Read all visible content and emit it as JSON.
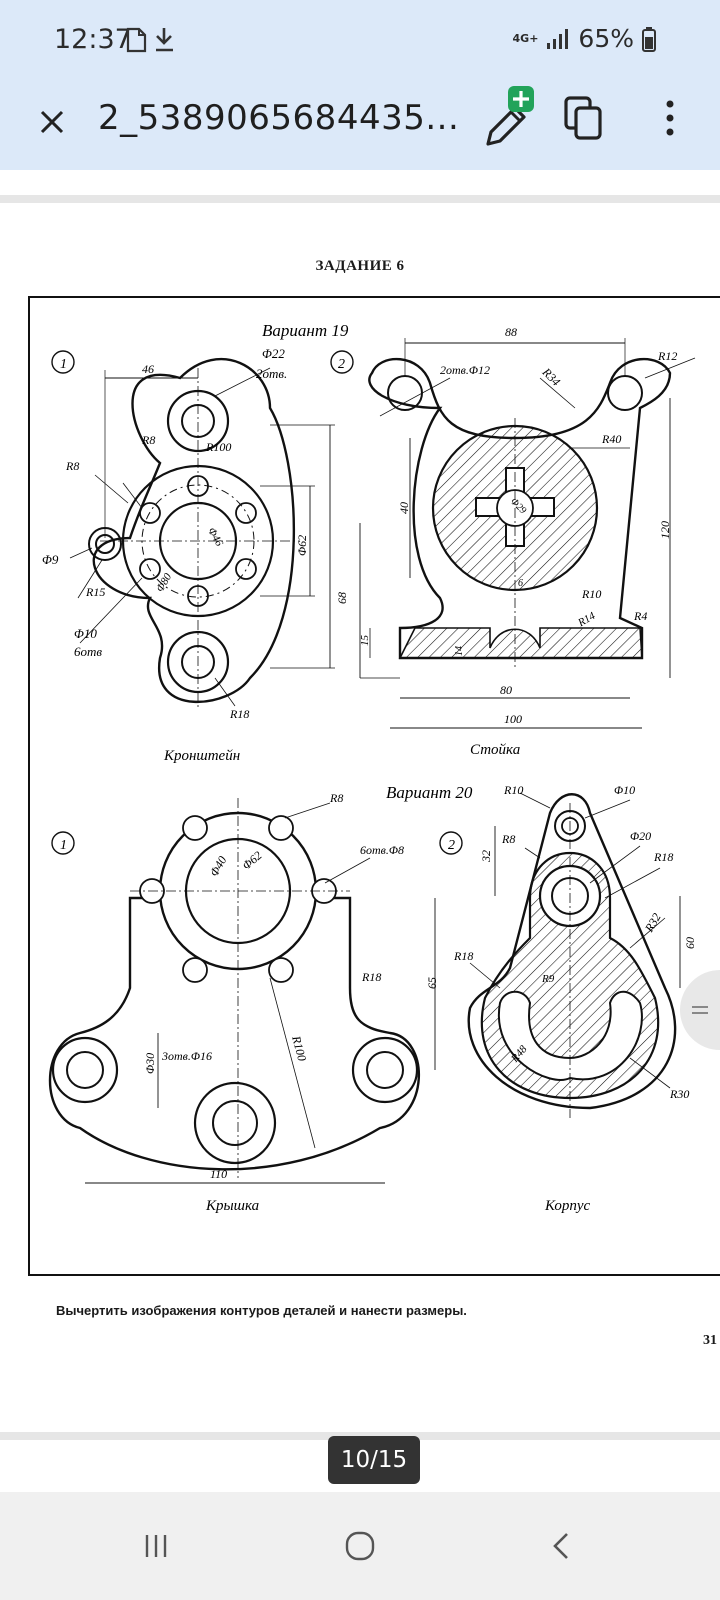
{
  "status": {
    "time": "12:37",
    "network": "4G+",
    "battery": "65%"
  },
  "appbar": {
    "title": "2_5389065684435..."
  },
  "document": {
    "task_title": "ЗАДАНИЕ 6",
    "variant19": "Вариант 19",
    "variant20": "Вариант 20",
    "part1_name": "Кронштейн",
    "part2_name": "Стойка",
    "part3_name": "Крышка",
    "part4_name": "Корпус",
    "num1": "1",
    "num2": "2",
    "instruction": "Вычертить изображения контуров деталей и нанести размеры.",
    "page_number": "31",
    "dims": {
      "d46": "46",
      "d22": "Φ22",
      "twoHoles": "2отв.",
      "r8a": "R8",
      "r100a": "R100",
      "r8b": "R8",
      "phi9": "Φ9",
      "r15": "R15",
      "phi10": "Φ10",
      "sixHoles": "6отв",
      "phi46": "Φ46",
      "phi80": "Φ80",
      "phi62": "Φ62",
      "d68": "68",
      "r18a": "R18",
      "d88": "88",
      "twoHolesPhi12": "2отв.Φ12",
      "r34": "R34",
      "r12": "R12",
      "r40": "R40",
      "d40": "40",
      "phi29": "Φ29",
      "d6": "6",
      "r10a": "R10",
      "r14": "R14",
      "r4": "R4",
      "d120": "120",
      "d15": "15",
      "d14": "14",
      "d80": "80",
      "d100": "100",
      "r8c": "R8",
      "phi40": "Φ40",
      "phi62b": "Φ62",
      "sixHolesPhi8": "6отв.Φ8",
      "r18b": "R18",
      "d65": "65",
      "phi30": "Φ30",
      "threeHolesPhi16": "3отв.Φ16",
      "r100b": "R100",
      "d110": "110",
      "r10b": "R10",
      "phi10b": "Φ10",
      "r8d": "R8",
      "phi20": "Φ20",
      "r18c": "R18",
      "d32": "32",
      "r32": "R32",
      "d60": "60",
      "r18d": "R18",
      "r9": "R9",
      "r48": "R48",
      "r30": "R30"
    }
  },
  "viewer": {
    "page_indicator": "10/15"
  },
  "icons": {
    "close": "close-icon",
    "edit": "edit-add-icon",
    "copy": "copy-icon",
    "more": "more-vertical-icon",
    "file": "file-icon",
    "download": "download-icon",
    "signal": "signal-icon",
    "battery": "battery-icon"
  },
  "colors": {
    "appbar_bg": "#dce9f9",
    "accent_green": "#22a35a",
    "ink": "#111111"
  }
}
